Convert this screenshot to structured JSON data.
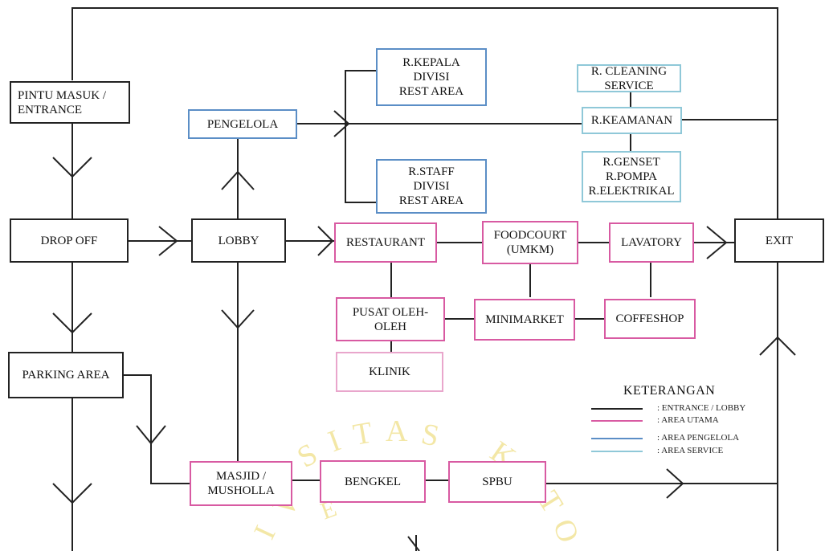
{
  "colors": {
    "entrance_lobby": "#222222",
    "area_utama": "#d85aa2",
    "area_pengelola": "#5b8ec6",
    "area_service": "#8fc8d8",
    "watermark": "#f3e7a6"
  },
  "nodes": {
    "pintu_masuk": "PINTU MASUK /\nENTRANCE",
    "drop_off": "DROP OFF",
    "parking_area": "PARKING AREA",
    "lobby": "LOBBY",
    "pengelola": "PENGELOLA",
    "r_kepala": "R.KEPALA\nDIVISI\nREST AREA",
    "r_staff": "R.STAFF\nDIVISI\nREST AREA",
    "r_cleaning": "R. CLEANING\nSERVICE",
    "r_keamanan": "R.KEAMANAN",
    "r_genset": "R.GENSET\nR.POMPA\nR.ELEKTRIKAL",
    "restaurant": "RESTAURANT",
    "foodcourt": "FOODCOURT\n(UMKM)",
    "lavatory": "LAVATORY",
    "exit": "EXIT",
    "pusat_oleh": "PUSAT OLEH-\nOLEH",
    "minimarket": "MINIMARKET",
    "coffeshop": "COFFESHOP",
    "klinik": "KLINIK",
    "masjid": "MASJID /\nMUSHOLLA",
    "bengkel": "BENGKEL",
    "spbu": "SPBU"
  },
  "legend": {
    "title": "KETERANGAN",
    "items": [
      {
        "label": ": ENTRANCE / LOBBY",
        "color": "#222222"
      },
      {
        "label": ": AREA UTAMA",
        "color": "#d85aa2"
      },
      {
        "label": ": AREA PENGELOLA",
        "color": "#5b8ec6"
      },
      {
        "label": ": AREA SERVICE",
        "color": "#8fc8d8"
      }
    ]
  },
  "watermark": {
    "letters": [
      "S",
      "I",
      "T",
      "A",
      "S",
      "K",
      "A",
      "T",
      "O",
      "I",
      "V",
      "E"
    ]
  }
}
